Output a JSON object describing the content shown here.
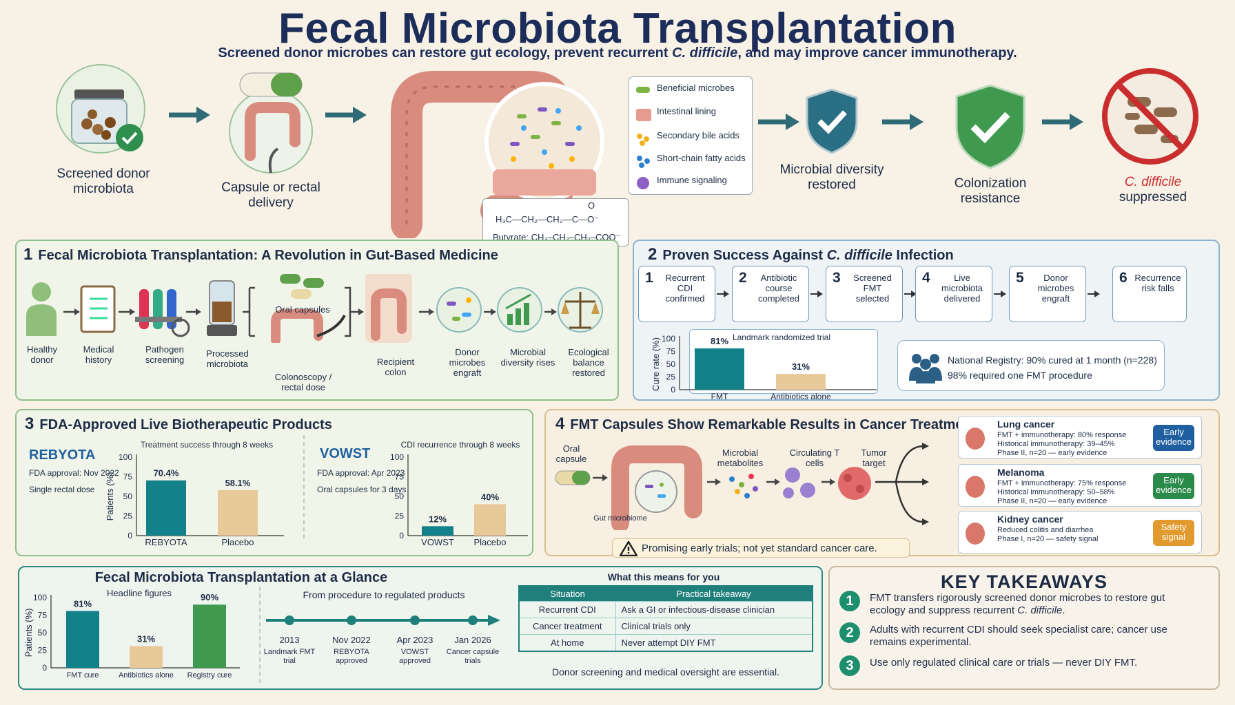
{
  "header": {
    "title": "Fecal Microbiota Transplantation",
    "subtitle_a": "Screened donor microbes can restore gut ecology, prevent recurrent ",
    "subtitle_em": "C. difficile",
    "subtitle_b": ", and may improve cancer immunotherapy."
  },
  "flow": {
    "donor": "Screened donor microbiota",
    "capsule": "Capsule or rectal delivery",
    "legend": [
      "Beneficial microbes",
      "Intestinal lining",
      "Secondary bile acids",
      "Short-chain fatty acids",
      "Immune signaling"
    ],
    "chem": {
      "formula": "H₃C—CH₂—CH₂—C—O⁻",
      "o": "O",
      "butyrate": "Butyrate: CH₃–CH₂–CH₂–COO⁻"
    },
    "diversity": "Microbial diversity restored",
    "resistance": "Colonization resistance",
    "suppressed_em": "C. difficile",
    "suppressed": "suppressed"
  },
  "panel1": {
    "num": "1",
    "title": "Fecal Microbiota Transplantation: A Revolution in Gut-Based Medicine",
    "steps": [
      "Healthy donor",
      "Medical history",
      "Pathogen screening",
      "Processed microbiota",
      "Oral capsules",
      "Colonoscopy / rectal dose",
      "Recipient colon",
      "Donor microbes engraft",
      "Microbial diversity rises",
      "Ecological balance restored"
    ]
  },
  "panel2": {
    "num": "2",
    "title_a": "Proven Success Against ",
    "title_em": "C. difficile",
    "title_b": " Infection",
    "steps": [
      {
        "n": "1",
        "label": "Recurrent CDI confirmed"
      },
      {
        "n": "2",
        "label": "Antibiotic course completed"
      },
      {
        "n": "3",
        "label": "Screened FMT selected"
      },
      {
        "n": "4",
        "label": "Live microbiota delivered"
      },
      {
        "n": "5",
        "label": "Donor microbes engraft"
      },
      {
        "n": "6",
        "label": "Recurrence risk falls"
      }
    ],
    "registry_1": "National Registry: 90% cured at 1 month (n=228)",
    "registry_2": "98% required one FMT procedure"
  },
  "panel3": {
    "num": "3",
    "title": "FDA-Approved Live Biotherapeutic Products",
    "rebyota": {
      "name": "REBYOTA",
      "line1": "FDA approval: Nov 2022",
      "line2": "Single rectal dose"
    },
    "vowst": {
      "name": "VOWST",
      "line1": "FDA approval: Apr 2023",
      "line2": "Oral capsules for 3 days"
    }
  },
  "panel4": {
    "num": "4",
    "title": "FMT Capsules Show Remarkable Results in Cancer Treatment",
    "flow": [
      "Oral capsule",
      "Gut microbiome",
      "Microbial metabolites",
      "Circulating T cells",
      "Tumor target"
    ],
    "warning": "Promising early trials; not yet standard cancer care.",
    "cards": [
      {
        "name": "Lung cancer",
        "l1": "FMT + immunotherapy: 80% response",
        "l2": "Historical immunotherapy: 39–45%",
        "l3": "Phase II, n=20 — early evidence",
        "badge": "Early evidence",
        "color": "#1f5fa0"
      },
      {
        "name": "Melanoma",
        "l1": "FMT + immunotherapy: 75% response",
        "l2": "Historical immunotherapy: 50–58%",
        "l3": "Phase II, n=20 — early evidence",
        "badge": "Early evidence",
        "color": "#2a8a4a"
      },
      {
        "name": "Kidney cancer",
        "l1": "Reduced colitis and diarrhea",
        "l2": "Phase I, n=20 — safety signal",
        "l3": "",
        "badge": "Safety signal",
        "color": "#e29a2e"
      }
    ]
  },
  "glance": {
    "title": "Fecal Microbiota Transplantation at a Glance",
    "timeline_title": "From procedure to regulated products",
    "timeline": [
      {
        "year": "2013",
        "label": "Landmark FMT trial"
      },
      {
        "year": "Nov 2022",
        "label": "REBYOTA approved"
      },
      {
        "year": "Apr 2023",
        "label": "VOWST approved"
      },
      {
        "year": "Jan 2026",
        "label": "Cancer capsule trials"
      }
    ],
    "table_title": "What this means for you",
    "table_head": [
      "Situation",
      "Practical takeaway"
    ],
    "table_rows": [
      [
        "Recurrent CDI",
        "Ask a GI or infectious-disease clinician"
      ],
      [
        "Cancer treatment",
        "Clinical trials only"
      ],
      [
        "At home",
        "Never attempt DIY FMT"
      ]
    ],
    "footnote": "Donor screening and medical oversight are essential."
  },
  "takeaways": {
    "title": "KEY TAKEAWAYS",
    "items": [
      {
        "n": "1",
        "a": "FMT transfers rigorously screened donor microbes to restore gut ecology and suppress recurrent ",
        "em": "C. difficile",
        "b": "."
      },
      {
        "n": "2",
        "a": "Adults with recurrent CDI should seek specialist care; cancer use remains experimental.",
        "em": "",
        "b": ""
      },
      {
        "n": "3",
        "a": "Use only regulated clinical care or trials — never DIY FMT.",
        "em": "",
        "b": ""
      }
    ]
  },
  "chart_data": [
    {
      "type": "bar",
      "title": "Landmark randomized trial",
      "ylabel": "Cure rate (%)",
      "ylim": [
        0,
        100
      ],
      "yticks": [
        0,
        25,
        50,
        75,
        100
      ],
      "categories": [
        "FMT",
        "Antibiotics alone"
      ],
      "values": [
        81,
        31
      ],
      "labels": [
        "81%",
        "31%"
      ],
      "colors": [
        "#13818a",
        "#e8c99a"
      ]
    },
    {
      "type": "bar",
      "title": "Treatment success through 8 weeks",
      "ylabel": "Patients (%)",
      "ylim": [
        0,
        100
      ],
      "yticks": [
        0,
        25,
        50,
        75,
        100
      ],
      "categories": [
        "REBYOTA",
        "Placebo"
      ],
      "values": [
        70.4,
        58.1
      ],
      "labels": [
        "70.4%",
        "58.1%"
      ],
      "colors": [
        "#13818a",
        "#e8c99a"
      ]
    },
    {
      "type": "bar",
      "title": "CDI recurrence through 8 weeks",
      "ylabel": "",
      "ylim": [
        0,
        100
      ],
      "yticks": [
        0,
        25,
        50,
        75,
        100
      ],
      "categories": [
        "VOWST",
        "Placebo"
      ],
      "values": [
        12,
        40
      ],
      "labels": [
        "12%",
        "40%"
      ],
      "colors": [
        "#13818a",
        "#e8c99a"
      ]
    },
    {
      "type": "bar",
      "title": "Headline figures",
      "ylabel": "Patients (%)",
      "ylim": [
        0,
        100
      ],
      "yticks": [
        0,
        25,
        50,
        75,
        100
      ],
      "categories": [
        "FMT cure",
        "Antibiotics alone",
        "Registry cure"
      ],
      "values": [
        81,
        31,
        90
      ],
      "labels": [
        "81%",
        "31%",
        "90%"
      ],
      "colors": [
        "#13818a",
        "#e8c99a",
        "#3f9a4f"
      ]
    }
  ]
}
